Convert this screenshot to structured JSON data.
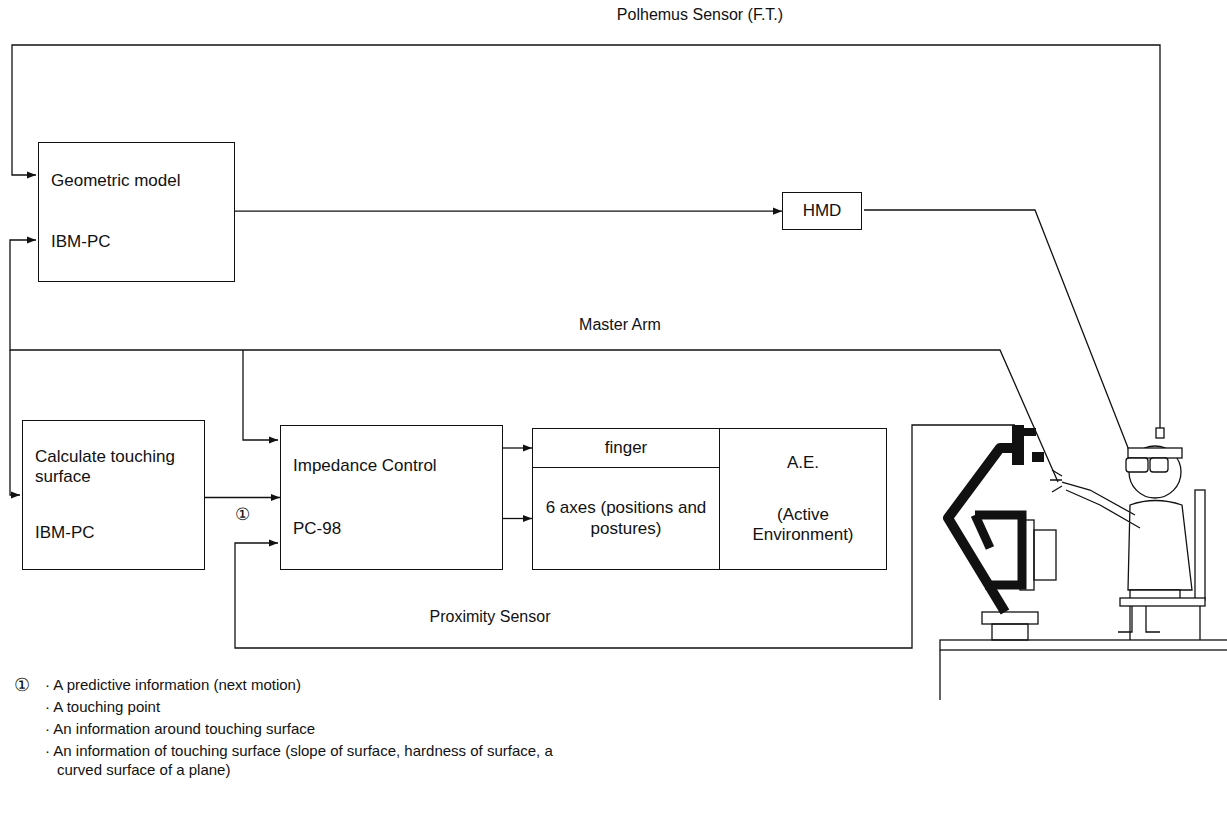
{
  "diagram": {
    "nodes": [
      {
        "text": [
          "Geometric model",
          "IBM-PC"
        ]
      },
      {
        "text": [
          "HMD"
        ]
      },
      {
        "text": [
          "Calculate touching surface",
          "IBM-PC"
        ]
      },
      {
        "text": [
          "Impedance Control",
          "PC-98"
        ]
      },
      {
        "text": [
          "finger"
        ]
      },
      {
        "text": [
          "6 axes (positions and postures)"
        ]
      },
      {
        "text": [
          "A.E.",
          "(Active Environment)"
        ]
      }
    ],
    "edges": [
      {
        "from": 0,
        "to": 1,
        "arrow": "to"
      },
      {
        "from": 2,
        "to": 3,
        "arrow": "to",
        "label": "①"
      },
      {
        "from": 3,
        "to": 4,
        "arrow": "to"
      },
      {
        "from": 3,
        "to": 5,
        "arrow": "to"
      }
    ],
    "labels": [
      "Polhemus Sensor (F.T.)",
      "Master Arm",
      "Proximity Sensor",
      "①",
      "· A predictive information (next motion)",
      "· A touching point",
      "· An information around touching surface",
      "· An information of touching surface (slope of surface, hardness of surface, a curved surface of a plane)"
    ]
  }
}
